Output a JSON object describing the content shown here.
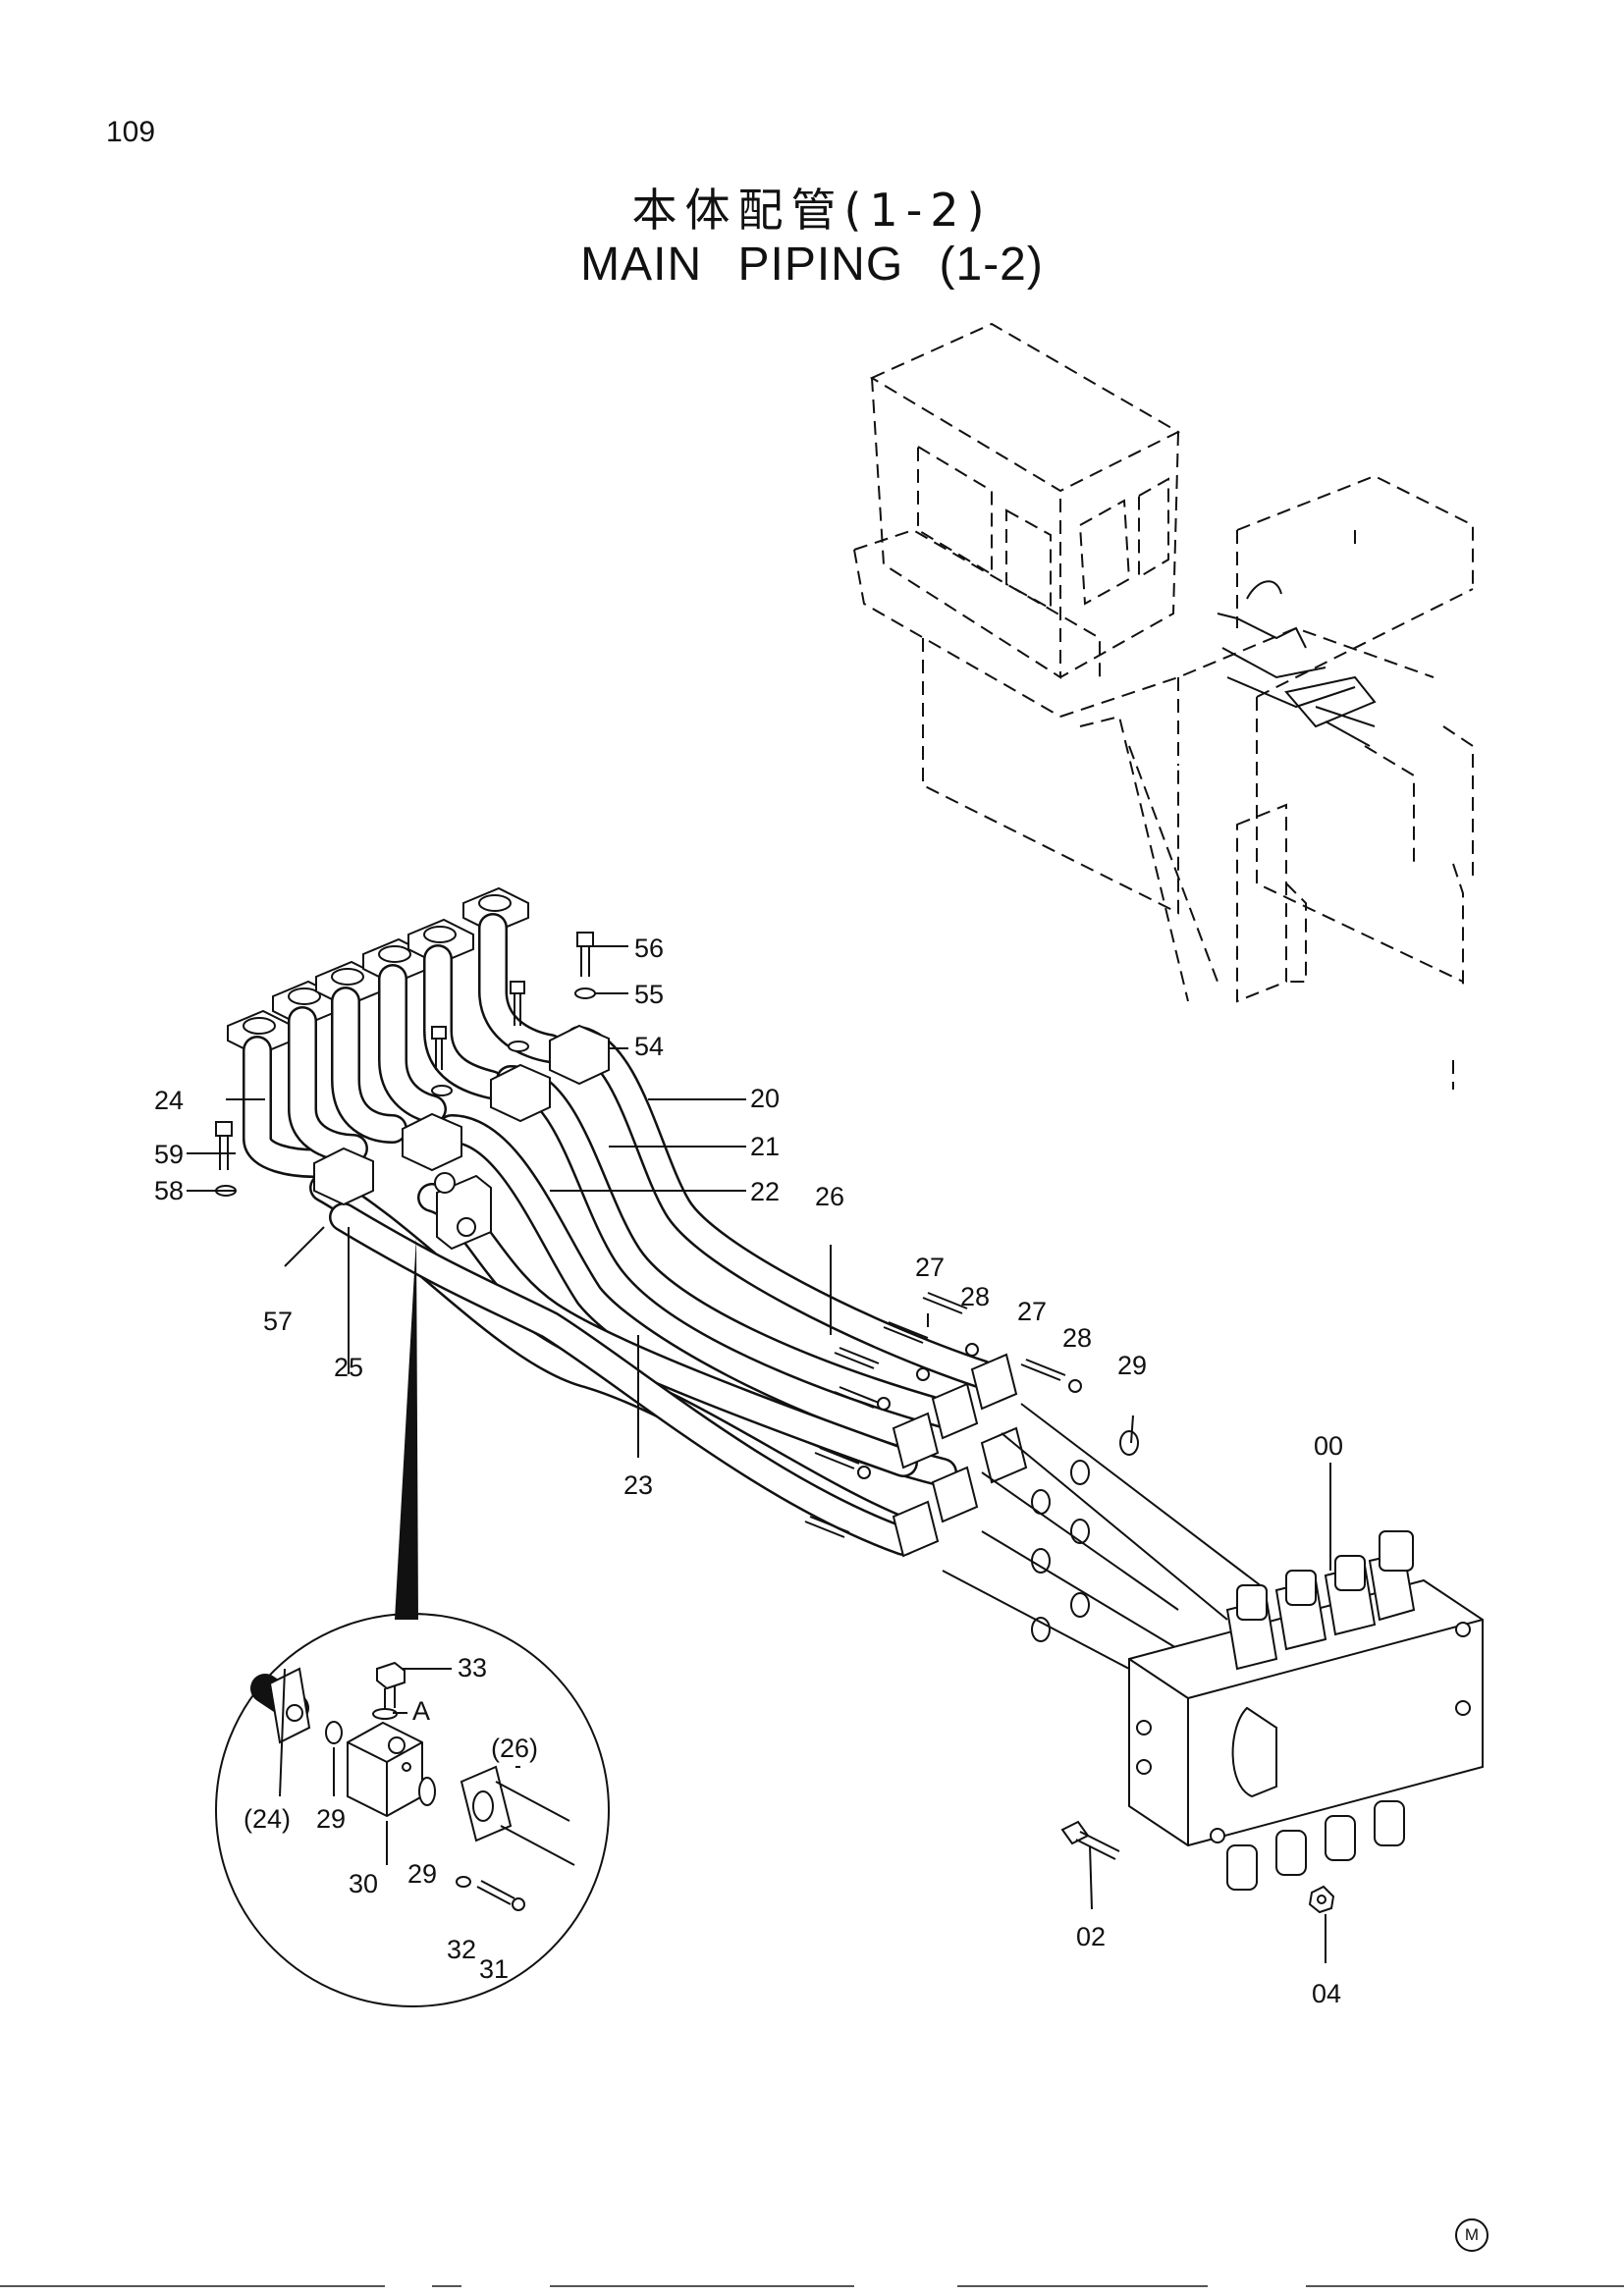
{
  "page_number": "109",
  "title": {
    "japanese": "本体配管(1-2)",
    "english": "MAIN  PIPING (1-2)"
  },
  "callouts": {
    "c20": "20",
    "c21": "21",
    "c22": "22",
    "c23": "23",
    "c24": "24",
    "c25": "25",
    "c26": "26",
    "c27a": "27",
    "c27b": "27",
    "c28a": "28",
    "c28b": "28",
    "c29": "29",
    "c54": "54",
    "c55": "55",
    "c56": "56",
    "c57": "57",
    "c58": "58",
    "c59": "59",
    "c00": "00",
    "c02": "02",
    "c04": "04"
  },
  "detail": {
    "c33": "33",
    "cA": "A",
    "c24p": "(24)",
    "c26p": "(26)",
    "c29a": "29",
    "c29b": "29",
    "c30": "30",
    "c31": "31",
    "c32": "32"
  },
  "corner_mark": "M"
}
